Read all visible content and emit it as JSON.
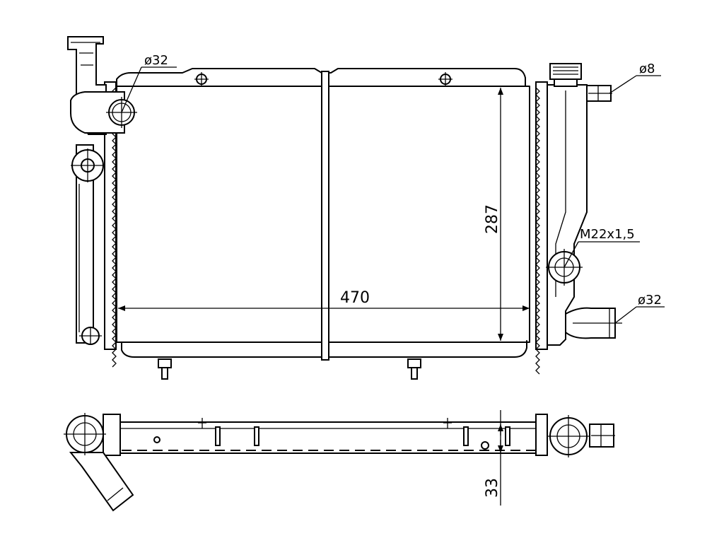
{
  "dimensions": {
    "width": "470",
    "height": "287",
    "depth": "33"
  },
  "callouts": {
    "inlet_diameter": "ø32",
    "outlet_diameter": "ø32",
    "bleed_diameter": "ø8",
    "drain_thread": "M22x1,5"
  },
  "colors": {
    "line": "#000000",
    "background": "#ffffff"
  }
}
